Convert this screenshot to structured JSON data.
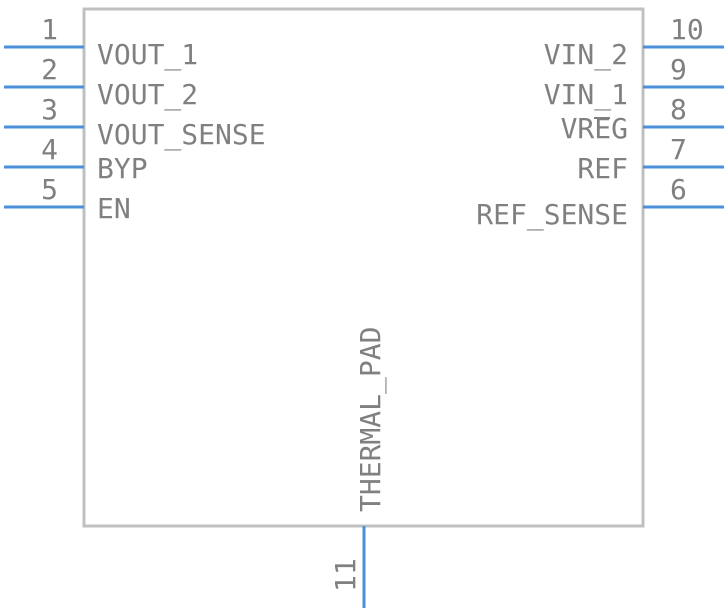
{
  "component": {
    "body_stroke": "#c0c0c0",
    "pin_color": "#4a90d9",
    "text_color": "#808080",
    "left_pins": [
      {
        "number": "1",
        "label": "VOUT_1"
      },
      {
        "number": "2",
        "label": "VOUT_2"
      },
      {
        "number": "3",
        "label": "VOUT_SENSE"
      },
      {
        "number": "4",
        "label": "BYP"
      },
      {
        "number": "5",
        "label": "EN"
      }
    ],
    "right_pins": [
      {
        "number": "10",
        "label": "VIN_2"
      },
      {
        "number": "9",
        "label": "VIN_1"
      },
      {
        "number": "8",
        "label": "VREG"
      },
      {
        "number": "7",
        "label": "REF"
      },
      {
        "number": "6",
        "label": "REF_SENSE"
      }
    ],
    "bottom_pin": {
      "number": "11",
      "label": "THERMAL_PAD"
    }
  }
}
